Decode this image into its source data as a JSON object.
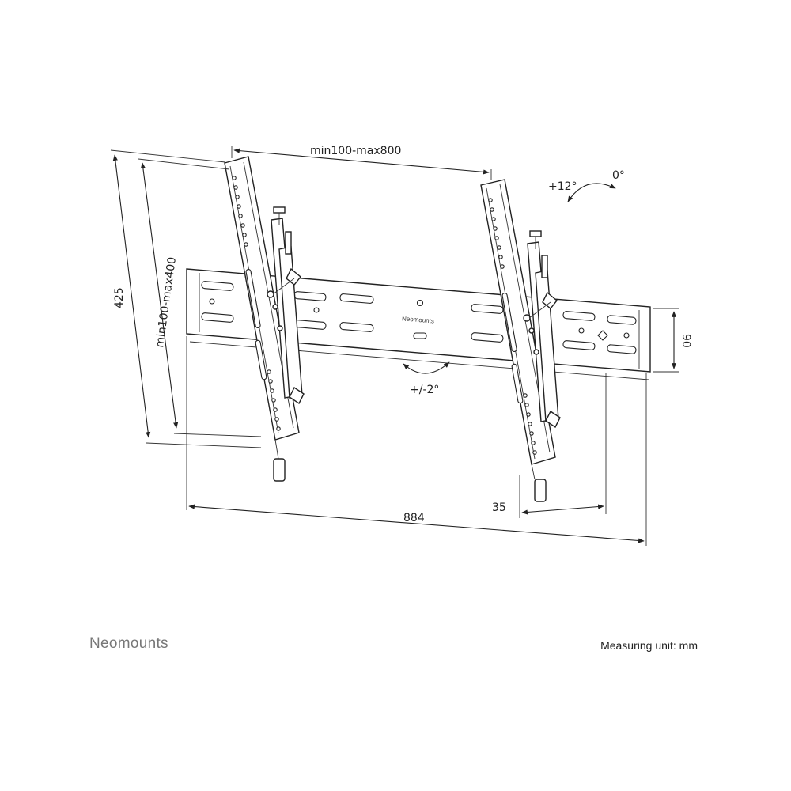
{
  "brand": "Neomounts",
  "plate_logo": "Neomounts",
  "measuring_unit": "Measuring unit: mm",
  "dimensions": {
    "vesa_width": "min100-max800",
    "vesa_height": "min100-max400",
    "arm_height": "425",
    "plate_height": "90",
    "plate_width": "884",
    "wall_distance": "35"
  },
  "angles": {
    "tilt_up": "+12°",
    "tilt_zero": "0°",
    "level": "+/-2°"
  }
}
